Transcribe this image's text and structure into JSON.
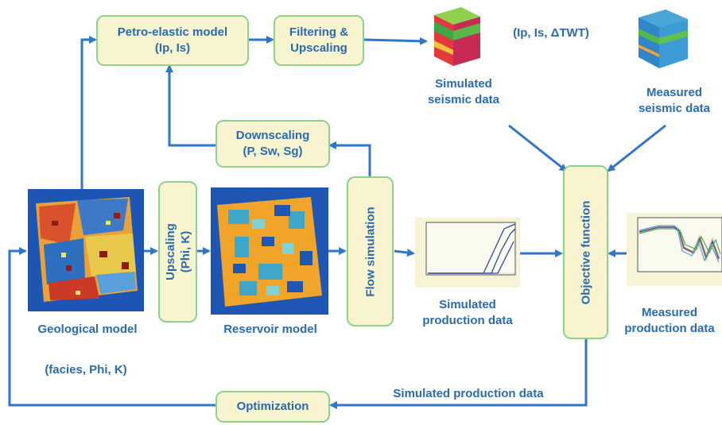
{
  "boxes": {
    "petro_elastic": {
      "line1": "Petro-elastic model",
      "line2": "(Ip, Is)"
    },
    "filtering": {
      "line1": "Filtering &",
      "line2": "Upscaling"
    },
    "downscaling": {
      "line1": "Downscaling",
      "line2": "(P, Sw, Sg)"
    },
    "upscaling": {
      "line1": "Upscaling",
      "line2": "(Phi, K)"
    },
    "flow_simulation": {
      "label": "Flow simulation"
    },
    "objective_function": {
      "label": "Objective function"
    },
    "optimization": {
      "label": "Optimization"
    }
  },
  "labels": {
    "seismic_attributes": "(Ip, Is, ΔTWT)",
    "simulated_seismic": {
      "line1": "Simulated",
      "line2": "seismic data"
    },
    "measured_seismic": {
      "line1": "Measured",
      "line2": "seismic data"
    },
    "geological_model": "Geological model",
    "geological_params": "(facies, Phi, K)",
    "reservoir_model": "Reservoir model",
    "simulated_production": {
      "line1": "Simulated",
      "line2": "production data"
    },
    "measured_production": {
      "line1": "Measured",
      "line2": "production data"
    },
    "feedback_label": "Simulated production data"
  },
  "colors": {
    "arrow": "#2f75c8",
    "box_fill": "#f7f4cf",
    "box_border": "#8ed38c",
    "text": "#2a6bb0"
  }
}
